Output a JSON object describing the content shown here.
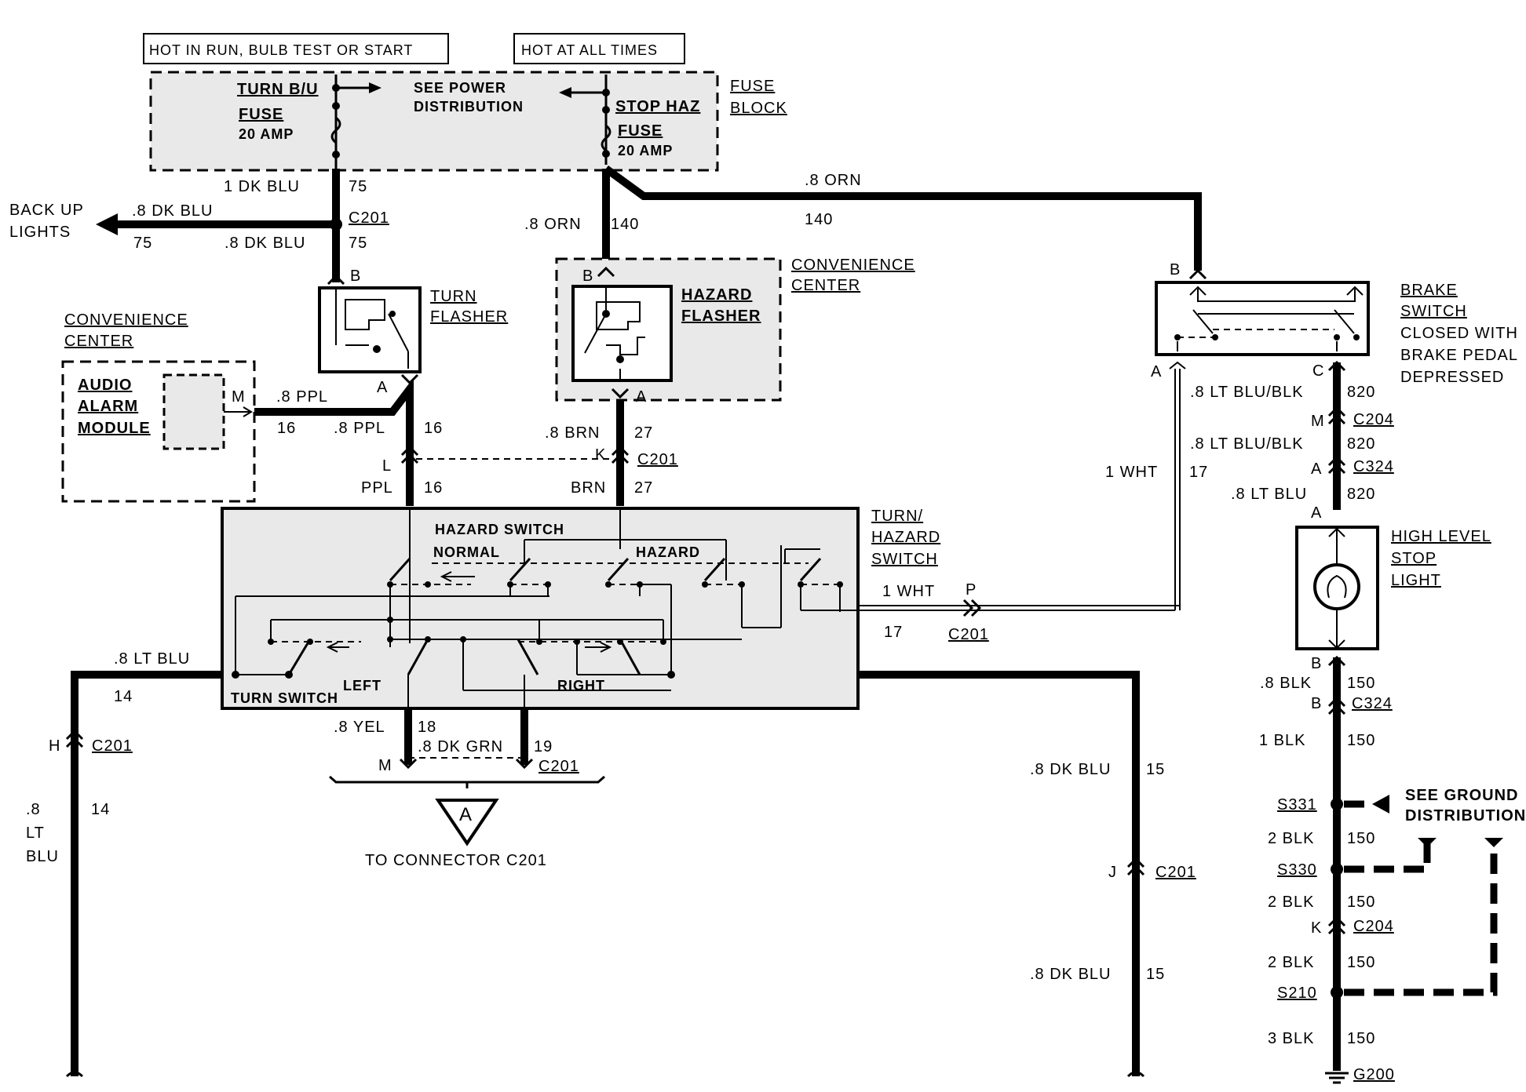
{
  "headers": {
    "hot_run": "HOT IN RUN, BULB TEST OR START",
    "hot_all": "HOT AT ALL TIMES"
  },
  "fuse_block": {
    "label1": "FUSE",
    "label2": "BLOCK",
    "turn_bu": "TURN B/U",
    "fuse_left": "FUSE",
    "amp_left": "20 AMP",
    "see_power1": "SEE POWER",
    "see_power2": "DISTRIBUTION",
    "stop_haz": "STOP HAZ",
    "fuse_right": "FUSE",
    "amp_right": "20 AMP"
  },
  "wires": {
    "dkblu_1": "1 DK BLU",
    "dkblu_75a": "75",
    "c201_top": "C201",
    "dkblu_8a": ".8 DK BLU",
    "dkblu_75b": "75",
    "dkblu_8b": ".8 DK BLU",
    "dkblu_75c": "75",
    "backup1": "BACK UP",
    "backup2": "LIGHTS",
    "orn_8a": ".8 ORN",
    "orn_140a": "140",
    "orn_8b": ".8 ORN",
    "orn_140b": "140",
    "ppl_8a": ".8 PPL",
    "ppl_16a": "16",
    "ppl_8b": ".8 PPL",
    "ppl_16b": "16",
    "brn_8": ".8 BRN",
    "brn_27a": "27",
    "c201_k": "C201",
    "ppl": "PPL",
    "ppl_16c": "16",
    "brn": "BRN",
    "brn_27b": "27",
    "wht_1a": "1 WHT",
    "wht_17a": "17",
    "wht_1b": "1 WHT",
    "wht_17b": "17",
    "c201_p": "C201",
    "ltblu_8": ".8 LT BLU",
    "ltblu_14a": "14",
    "c201_h": "C201",
    "ltblu_v1": ".8",
    "ltblu_v2": "LT",
    "ltblu_v3": "BLU",
    "ltblu_14b": "14",
    "yel_8": ".8 YEL",
    "yel_18": "18",
    "dkgrn_8": ".8 DK GRN",
    "dkgrn_19": "19",
    "c201_m": "C201",
    "to_conn": "TO CONNECTOR C201",
    "dkblu_8c": ".8 DK BLU",
    "dkblu_15a": "15",
    "c201_j": "C201",
    "dkblu_8d": ".8 DK BLU",
    "dkblu_15b": "15",
    "ltblublk_1": ".8 LT BLU/BLK",
    "n820a": "820",
    "c204_m": "C204",
    "ltblublk_2": ".8 LT BLU/BLK",
    "n820b": "820",
    "c324_a": "C324",
    "ltblu_8b": ".8 LT BLU",
    "n820c": "820",
    "blk_8": ".8 BLK",
    "n150a": "150",
    "c324_b": "C324",
    "blk_1": "1 BLK",
    "n150b": "150",
    "s331": "S331",
    "see_gnd1": "SEE GROUND",
    "see_gnd2": "DISTRIBUTION",
    "blk_2a": "2 BLK",
    "n150c": "150",
    "s330": "S330",
    "blk_2b": "2 BLK",
    "n150d": "150",
    "c204_k": "C204",
    "blk_2c": "2 BLK",
    "n150e": "150",
    "s210": "S210",
    "blk_3": "3 BLK",
    "n150f": "150",
    "g200": "G200"
  },
  "components": {
    "turn_flasher1": "TURN",
    "turn_flasher2": "FLASHER",
    "hazard_flasher1": "HAZARD",
    "hazard_flasher2": "FLASHER",
    "conv_center1": "CONVENIENCE",
    "conv_center2": "CENTER",
    "conv_center3": "CONVENIENCE",
    "conv_center4": "CENTER",
    "audio1": "AUDIO",
    "audio2": "ALARM",
    "audio3": "MODULE",
    "brake1": "BRAKE",
    "brake2": "SWITCH",
    "brake3": "CLOSED WITH",
    "brake4": "BRAKE PEDAL",
    "brake5": "DEPRESSED",
    "stop1": "HIGH LEVEL",
    "stop2": "STOP",
    "stop3": "LIGHT",
    "switch1": "TURN/",
    "switch2": "HAZARD",
    "switch3": "SWITCH",
    "hazard_switch": "HAZARD SWITCH",
    "normal": "NORMAL",
    "hazard": "HAZARD",
    "left": "LEFT",
    "right": "RIGHT",
    "turn_switch": "TURN SWITCH",
    "ref_a": "A"
  },
  "pins": {
    "b1": "B",
    "a1": "A",
    "m1": "M",
    "b2": "B",
    "a2": "A",
    "l": "L",
    "k": "K",
    "b3": "B",
    "a3": "A",
    "c": "C",
    "m2": "M",
    "a4": "A",
    "a5": "A",
    "b4": "B",
    "b5": "B",
    "p": "P",
    "h": "H",
    "m3": "M",
    "j": "J",
    "k2": "K"
  }
}
